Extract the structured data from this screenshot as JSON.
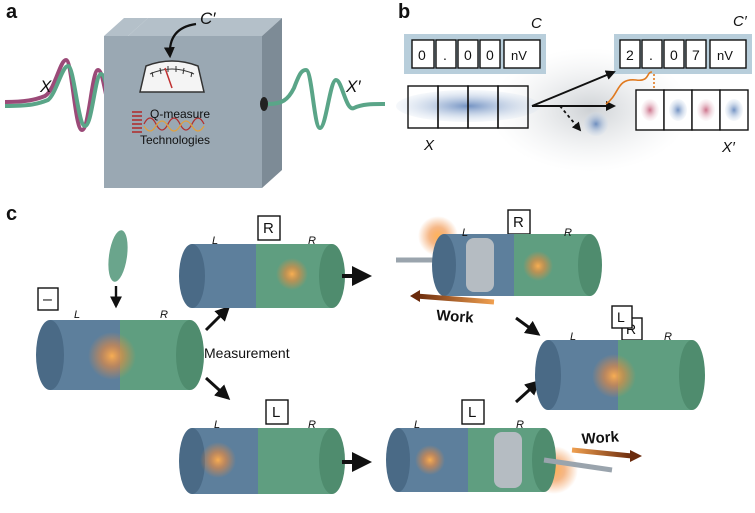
{
  "panels": {
    "a": "a",
    "b": "b",
    "c": "c"
  },
  "panel_a": {
    "input_label": "X",
    "output_label": "X′",
    "meter_label": "C′",
    "brand_line1": "Q-measure",
    "brand_line2": "Technologies"
  },
  "panel_b": {
    "input_label": "X",
    "output_label": "X′",
    "display_before": {
      "label": "C",
      "digits": [
        "0",
        ".",
        "0",
        "0"
      ],
      "unit": "nV"
    },
    "display_after": {
      "label": "C′",
      "digits": [
        "2",
        ".",
        "0",
        "7"
      ],
      "unit": "nV"
    }
  },
  "panel_c": {
    "initial_box": "–",
    "right_box": "R",
    "left_box": "L",
    "side_L": "L",
    "side_R": "R",
    "measurement_label": "Measurement",
    "work_label": "Work",
    "final_box_front": "L",
    "final_box_back": "R"
  },
  "colors": {
    "box_gray": "#9aa8b3",
    "display_bg": "#b8cedb",
    "cyl_blue": "#5d7f9c",
    "cyl_green": "#5f9e80",
    "wave_pink": "#9b4a78",
    "wave_green": "#5aa588",
    "arrow_work": "#8a3a12",
    "glow": "#f08a3a"
  }
}
